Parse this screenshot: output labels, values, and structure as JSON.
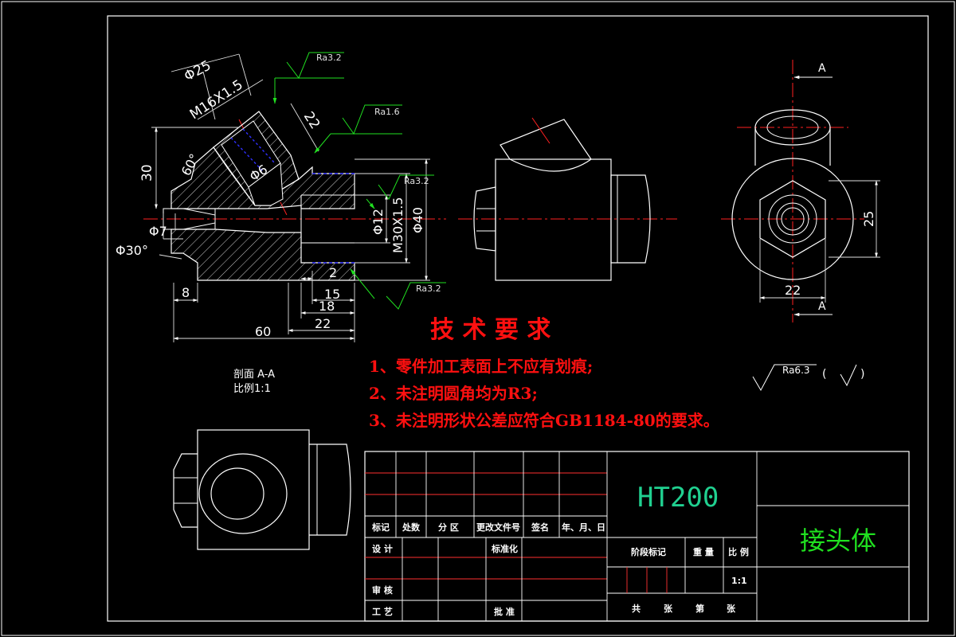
{
  "section": {
    "cut_label": "A",
    "view_caption": "剖面 A-A",
    "scale_caption": "比例1:1"
  },
  "dimensions": {
    "d25": "Φ25",
    "m16": "M16X1.5",
    "d22_tilt": "22",
    "h30": "30",
    "a60": "60°",
    "d6": "Φ6",
    "d7": "Φ7",
    "a30": "Φ30°",
    "d12": "Φ12",
    "m30": "M30X1.5",
    "d40": "Φ40",
    "l8": "8",
    "l2": "2",
    "l15": "15",
    "l18": "18",
    "l60": "60",
    "l22": "22",
    "side_25": "25",
    "side_22": "22"
  },
  "roughness": {
    "r1": "Ra3.2",
    "r2": "Ra1.6",
    "r3": "Ra3.2",
    "r4": "Ra3.2",
    "general": "Ra6.3"
  },
  "tech": {
    "title": "技 术 要 求",
    "items": [
      "1、零件加工表面上不应有划痕;",
      "2、未注明圆角均为R3;",
      "3、未注明形状公差应符合GB1184-80的要求。"
    ]
  },
  "title_block": {
    "material": "HT200",
    "part_name": "接头体",
    "headers": [
      "标记",
      "处数",
      "分 区",
      "更改文件号",
      "签名",
      "年、月、日"
    ],
    "design": "设 计",
    "standardize": "标准化",
    "check": "审 核",
    "process": "工 艺",
    "approve": "批 准",
    "stage": "阶段标记",
    "weight": "重 量",
    "scale_label": "比 例",
    "scale_value": "1:1",
    "total": "共",
    "sheets": "张",
    "page_no": "第",
    "page": "张"
  },
  "colors": {
    "background": "#000000",
    "line": "#ffffff",
    "center": "#ff2020",
    "dim": "#e0e0e0",
    "green": "#20e020",
    "blue": "#3030ff",
    "red_text": "#ff1010",
    "material": "#20d090"
  }
}
